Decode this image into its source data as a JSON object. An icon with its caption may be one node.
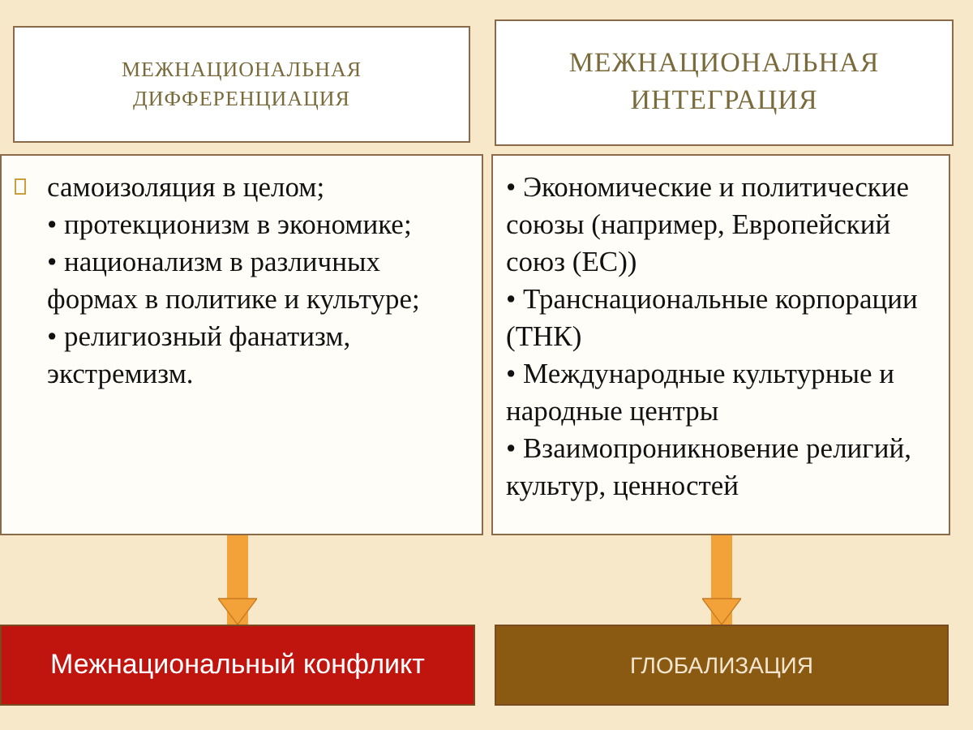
{
  "diagram": {
    "nodes": [
      {
        "text": [
          "МЕЖНАЦИОНАЛЬНАЯ ДИФФЕРЕНЦИАЦИЯ"
        ]
      },
      {
        "text": [
          "МЕЖНАЦИОНАЛЬНАЯ ИНТЕГРАЦИЯ"
        ]
      },
      {
        "text": [
          "самоизоляция в целом;",
          "• протекционизм в экономике;",
          "• национализм в различных формах в политике и культуре;",
          "• религиозный фанатизм, экстремизм."
        ]
      },
      {
        "text": [
          "• Экономические и политические союзы (например, Европейский союз (ЕС))",
          "• Транснациональные корпорации (ТНК)",
          "• Международные культурные и народные центры",
          "• Взаимопроникновение религий, культур, ценностей"
        ]
      },
      {
        "text": [
          "Межнациональный конфликт"
        ]
      },
      {
        "text": [
          "ГЛОБАЛИЗАЦИЯ"
        ]
      }
    ],
    "edges": [
      {
        "from": 2,
        "to": 4,
        "arrow": "to"
      },
      {
        "from": 3,
        "to": 5,
        "arrow": "to"
      }
    ]
  }
}
